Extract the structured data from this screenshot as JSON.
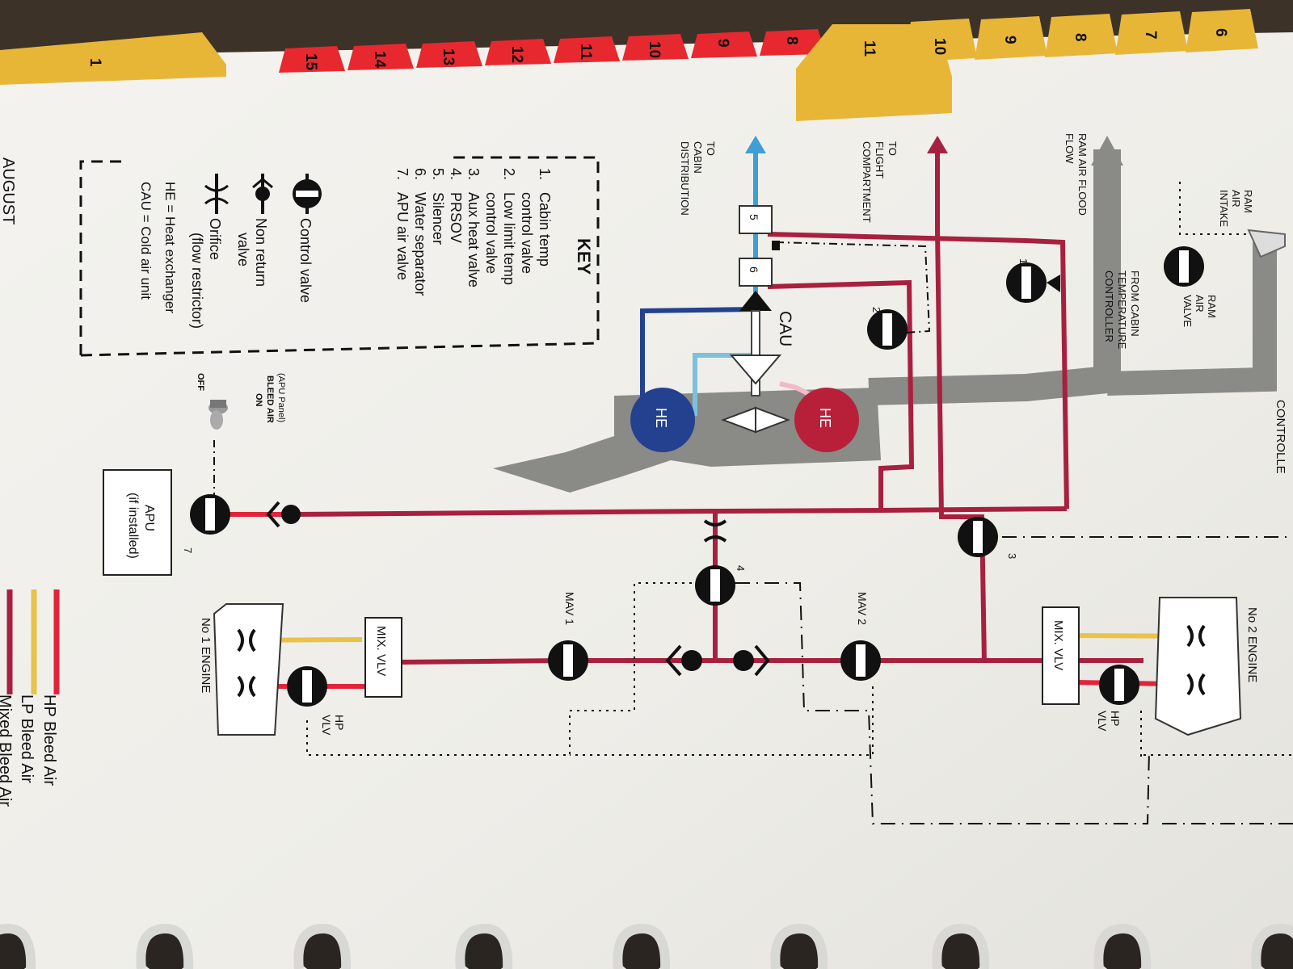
{
  "tabs": {
    "yellow_left": "1",
    "red": [
      "15",
      "14",
      "13",
      "12",
      "11",
      "10",
      "9",
      "8"
    ],
    "yellow_right": [
      "11",
      "10",
      "9",
      "8",
      "7",
      "6"
    ]
  },
  "key": {
    "title": "KEY",
    "items": [
      {
        "num": "1.",
        "lines": [
          "Cabin temp",
          "control valve"
        ]
      },
      {
        "num": "2.",
        "lines": [
          "Low limit temp",
          "control valve"
        ]
      },
      {
        "num": "3.",
        "lines": [
          "Aux heat valve"
        ]
      },
      {
        "num": "4.",
        "lines": [
          "PRSOV"
        ]
      },
      {
        "num": "5.",
        "lines": [
          "Silencer"
        ]
      },
      {
        "num": "6.",
        "lines": [
          "Water separator"
        ]
      },
      {
        "num": "7.",
        "lines": [
          "APU air valve"
        ]
      }
    ],
    "symbols": [
      {
        "icon": "control-valve-icon",
        "lines": [
          "Control valve"
        ]
      },
      {
        "icon": "non-return-valve-icon",
        "lines": [
          "Non return",
          "valve"
        ]
      },
      {
        "icon": "orifice-icon",
        "lines": [
          "Orifice",
          "(flow restrictor)"
        ]
      }
    ],
    "abbreviations": [
      "HE = Heat exchanger",
      "CAU = Cold air unit"
    ]
  },
  "legend": [
    {
      "label": "HP Bleed Air",
      "color": "#e2233a"
    },
    {
      "label": "LP Bleed Air",
      "color": "#e9c24a"
    },
    {
      "label": "Mixed Bleed Air",
      "color": "#a8203f"
    }
  ],
  "labels": {
    "to_flight": [
      "TO",
      "FLIGHT",
      "COMPARTMENT"
    ],
    "to_cabin": [
      "TO",
      "CABIN",
      "DISTRIBUTION"
    ],
    "ram_intake": [
      "RAM",
      "AIR",
      "INTAKE"
    ],
    "ram_flood": [
      "RAM AIR FLOOD",
      "FLOW"
    ],
    "ram_valve": [
      "RAM",
      "AIR",
      "VALVE"
    ],
    "from_cabin": [
      "FROM CABIN",
      "TEMPERATURE",
      "CONTROLLER"
    ],
    "controller_cut": "CONTROLLE",
    "cau": "CAU",
    "he": "HE",
    "silencer_num": "5",
    "separator_num": "6",
    "valve1": "1",
    "valve2": "2",
    "valve3": "3",
    "valve4": "4",
    "valve7": "7",
    "mav1": "MAV 1",
    "mav2": "MAV 2",
    "mix_vlv": "MIX. VLV",
    "hp_vlv": [
      "HP",
      "VLV"
    ],
    "engine1": "No 1 ENGINE",
    "engine2": "No 2 ENGINE",
    "apu": [
      "APU",
      "(if installed)"
    ],
    "apu_panel": [
      "(APU Panel)",
      "BLEED AIR",
      "ON",
      "OFF"
    ],
    "footer_cut": "AUGUST"
  },
  "colors": {
    "mixed": "#a8203f",
    "hp": "#e2233a",
    "lp": "#e9c24a",
    "cold_dark": "#24418f",
    "cold_light": "#7ec0dc",
    "distribution": "#3e9fd6",
    "ram_duct": "#8a8a86",
    "he_hot": "#b8203a",
    "he_cold": "#24418f",
    "tab_red": "#e8282f",
    "tab_yellow": "#e8b637"
  }
}
